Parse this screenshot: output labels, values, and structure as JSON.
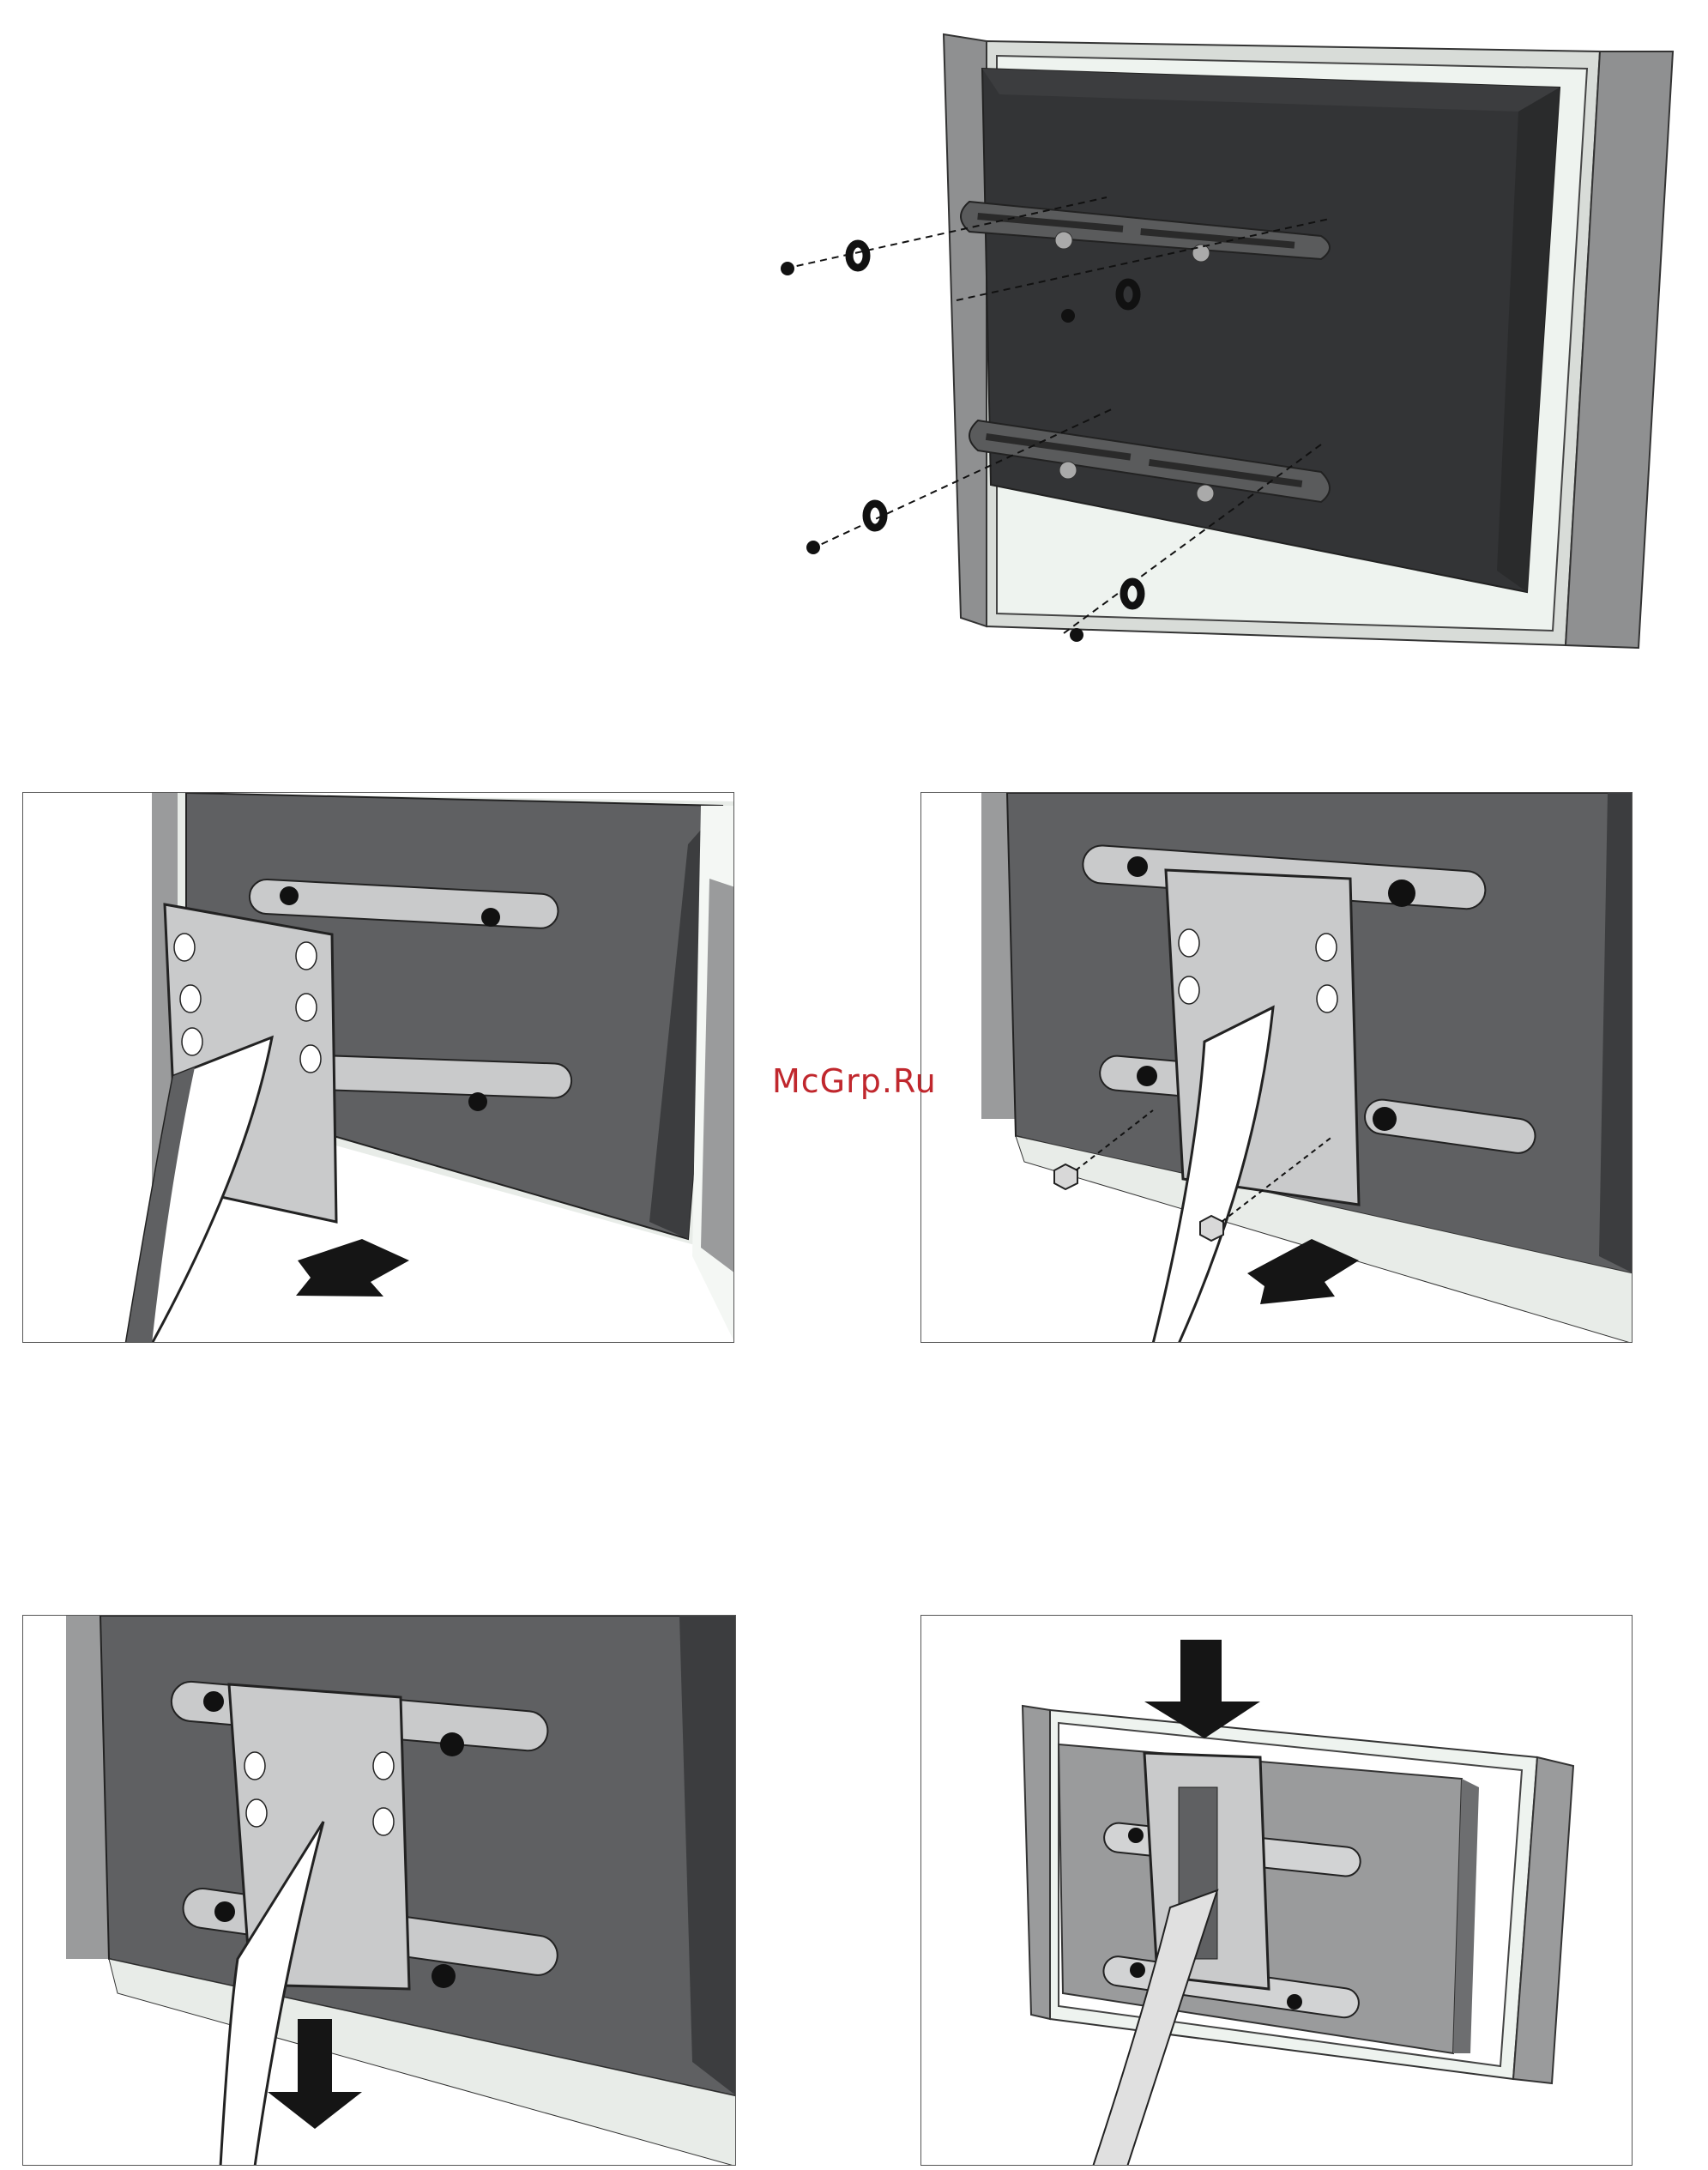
{
  "watermark": {
    "text": "McGrp.Ru",
    "color": "#c0272d"
  },
  "colors": {
    "panel_dark": "#333436",
    "panel_mid": "#5f6062",
    "speaker_gray": "#9a9b9c",
    "bracket": "#c9cacb",
    "arrow": "#151515"
  },
  "figures": [
    {
      "id": "step-1",
      "icons": [
        "tv-back-icon",
        "mounting-rail-icon",
        "screw-icon",
        "washer-icon"
      ]
    },
    {
      "id": "step-2",
      "icons": [
        "mounting-plate-icon",
        "stand-arm-icon",
        "arrow-icon"
      ]
    },
    {
      "id": "step-3",
      "icons": [
        "mounting-plate-icon",
        "nut-icon",
        "arrow-icon"
      ]
    },
    {
      "id": "step-4",
      "icons": [
        "mounting-plate-icon",
        "arrow-down-icon"
      ]
    },
    {
      "id": "step-5",
      "icons": [
        "stand-cover-icon",
        "arrow-down-icon"
      ]
    }
  ]
}
